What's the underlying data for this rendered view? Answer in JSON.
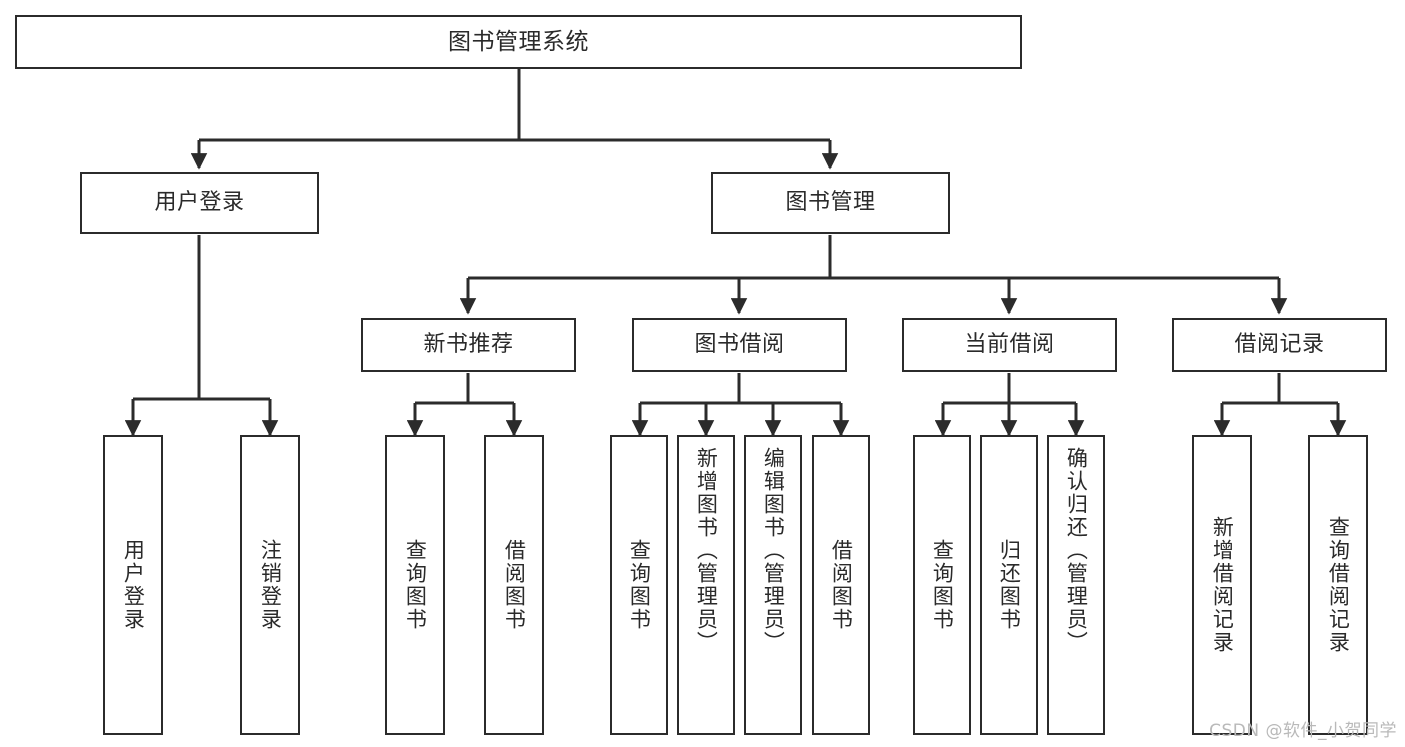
{
  "diagram": {
    "type": "tree",
    "title": "图书管理系统",
    "watermark": "CSDN @软件_小贺同学",
    "colors": {
      "background": "#ffffff",
      "box_border": "#2b2b2b",
      "box_fill": "#ffffff",
      "text": "#2a2a2a",
      "connector": "#2b2b2b",
      "watermark": "#b9b9b9"
    },
    "nodes": [
      {
        "id": "root",
        "label": "图书管理系统",
        "level": 0,
        "orientation": "horizontal"
      },
      {
        "id": "user-login",
        "label": "用户登录",
        "level": 1,
        "orientation": "horizontal"
      },
      {
        "id": "book-manage",
        "label": "图书管理",
        "level": 1,
        "orientation": "horizontal"
      },
      {
        "id": "new-book-rec",
        "label": "新书推荐",
        "level": 2,
        "orientation": "horizontal"
      },
      {
        "id": "book-borrow",
        "label": "图书借阅",
        "level": 2,
        "orientation": "horizontal"
      },
      {
        "id": "current-borrow",
        "label": "当前借阅",
        "level": 2,
        "orientation": "horizontal"
      },
      {
        "id": "borrow-record",
        "label": "借阅记录",
        "level": 2,
        "orientation": "horizontal"
      },
      {
        "id": "leaf-1",
        "label": "用户登录",
        "level": 3,
        "orientation": "vertical",
        "parent": "user-login"
      },
      {
        "id": "leaf-2",
        "label": "注销登录",
        "level": 3,
        "orientation": "vertical",
        "parent": "user-login"
      },
      {
        "id": "leaf-3",
        "label": "查询图书",
        "level": 3,
        "orientation": "vertical",
        "parent": "new-book-rec"
      },
      {
        "id": "leaf-4",
        "label": "借阅图书",
        "level": 3,
        "orientation": "vertical",
        "parent": "new-book-rec"
      },
      {
        "id": "leaf-5",
        "label": "查询图书",
        "level": 3,
        "orientation": "vertical",
        "parent": "book-borrow"
      },
      {
        "id": "leaf-6",
        "label": "新增图书（管理员）",
        "level": 3,
        "orientation": "vertical",
        "parent": "book-borrow"
      },
      {
        "id": "leaf-7",
        "label": "编辑图书（管理员）",
        "level": 3,
        "orientation": "vertical",
        "parent": "book-borrow"
      },
      {
        "id": "leaf-8",
        "label": "借阅图书",
        "level": 3,
        "orientation": "vertical",
        "parent": "book-borrow"
      },
      {
        "id": "leaf-9",
        "label": "查询图书",
        "level": 3,
        "orientation": "vertical",
        "parent": "current-borrow"
      },
      {
        "id": "leaf-10",
        "label": "归还图书",
        "level": 3,
        "orientation": "vertical",
        "parent": "current-borrow"
      },
      {
        "id": "leaf-11",
        "label": "确认归还（管理员）",
        "level": 3,
        "orientation": "vertical",
        "parent": "current-borrow"
      },
      {
        "id": "leaf-12",
        "label": "新增借阅记录",
        "level": 3,
        "orientation": "vertical",
        "parent": "borrow-record"
      },
      {
        "id": "leaf-13",
        "label": "查询借阅记录",
        "level": 3,
        "orientation": "vertical",
        "parent": "borrow-record"
      }
    ],
    "edges": [
      {
        "from": "root",
        "to": "user-login"
      },
      {
        "from": "root",
        "to": "book-manage"
      },
      {
        "from": "book-manage",
        "to": "new-book-rec"
      },
      {
        "from": "book-manage",
        "to": "book-borrow"
      },
      {
        "from": "book-manage",
        "to": "current-borrow"
      },
      {
        "from": "book-manage",
        "to": "borrow-record"
      },
      {
        "from": "user-login",
        "to": "leaf-1"
      },
      {
        "from": "user-login",
        "to": "leaf-2"
      },
      {
        "from": "new-book-rec",
        "to": "leaf-3"
      },
      {
        "from": "new-book-rec",
        "to": "leaf-4"
      },
      {
        "from": "book-borrow",
        "to": "leaf-5"
      },
      {
        "from": "book-borrow",
        "to": "leaf-6"
      },
      {
        "from": "book-borrow",
        "to": "leaf-7"
      },
      {
        "from": "book-borrow",
        "to": "leaf-8"
      },
      {
        "from": "current-borrow",
        "to": "leaf-9"
      },
      {
        "from": "current-borrow",
        "to": "leaf-10"
      },
      {
        "from": "current-borrow",
        "to": "leaf-11"
      },
      {
        "from": "borrow-record",
        "to": "leaf-12"
      },
      {
        "from": "borrow-record",
        "to": "leaf-13"
      }
    ]
  }
}
